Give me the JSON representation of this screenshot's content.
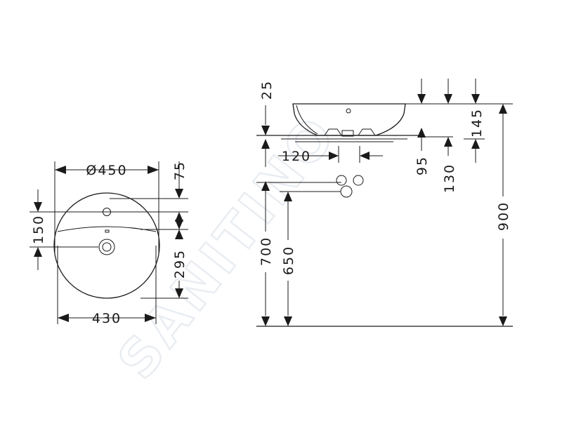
{
  "watermark": {
    "text": "SANITINO"
  },
  "plan_view": {
    "dims": {
      "outer_diameter": "Ø450",
      "base_width": "430",
      "tap_offset": "75",
      "bowl_offset": "150",
      "drain_offset": "295"
    }
  },
  "side_view": {
    "dims": {
      "rim": "25",
      "basin_height": "145",
      "drain_spacing": "120",
      "drain_depth": "95",
      "overflow_depth": "130",
      "height_700": "700",
      "height_650": "650",
      "total_height": "900"
    }
  }
}
